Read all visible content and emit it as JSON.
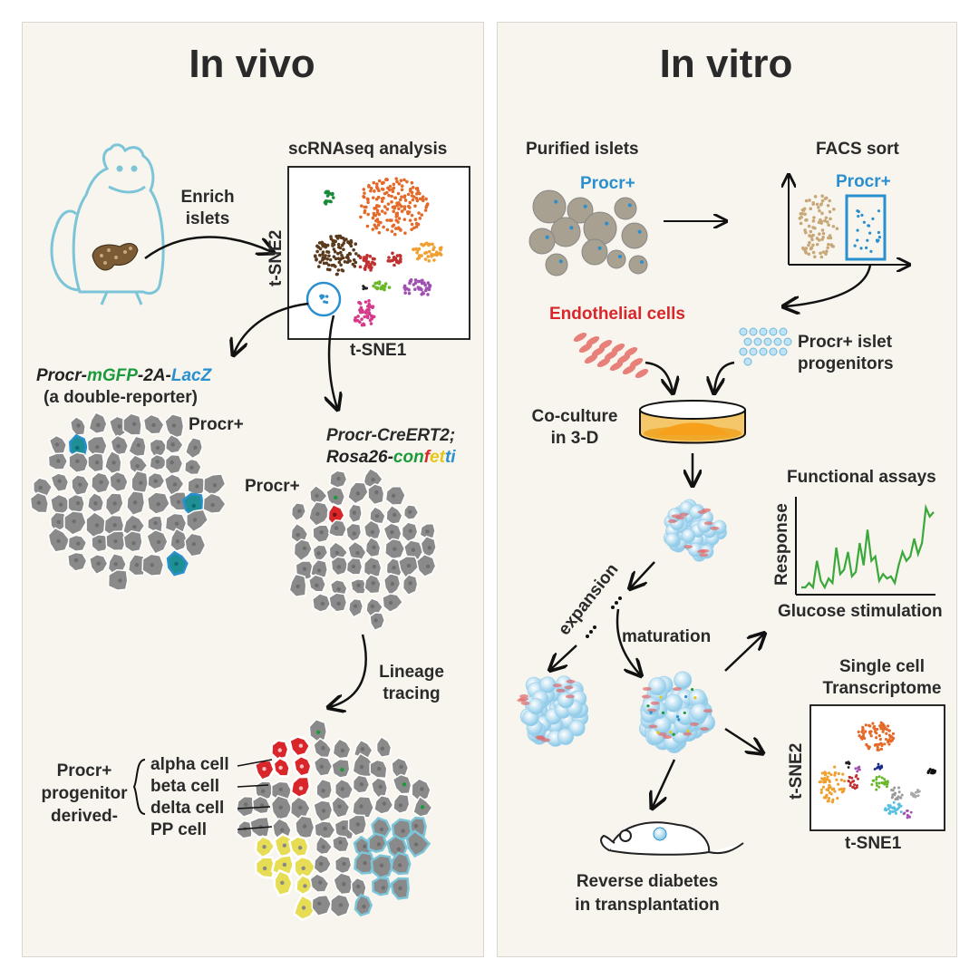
{
  "panels": {
    "left_title": "In vivo",
    "right_title": "In vitro"
  },
  "left": {
    "enrich_label": "Enrich\nislets",
    "scrna_title": "scRNAseq analysis",
    "tsne_x": "t-SNE1",
    "tsne_y": "t-SNE2",
    "reporter1": {
      "parts": [
        {
          "text": "Procr-",
          "color": "#222222"
        },
        {
          "text": "mGFP",
          "color": "#1a9a3a"
        },
        {
          "text": "-2A-",
          "color": "#222222"
        },
        {
          "text": "LacZ",
          "color": "#2a8fcf"
        }
      ],
      "subtitle": "(a double-reporter)"
    },
    "reporter2": {
      "line1": "Procr-CreERT2;",
      "line2_parts": [
        {
          "text": "Rosa26-",
          "color": "#222222"
        },
        {
          "text": "con",
          "color": "#1a9a3a"
        },
        {
          "text": "f",
          "color": "#d9262b"
        },
        {
          "text": "et",
          "color": "#e6c619"
        },
        {
          "text": "ti",
          "color": "#2a8fcf"
        }
      ]
    },
    "procr_label_1": "Procr+",
    "procr_label_2": "Procr+",
    "lineage": "Lineage\ntracing",
    "derived_label": "Procr+\nprogenitor\nderived-",
    "cell_types": [
      "alpha cell",
      "beta cell",
      "delta cell",
      "PP cell"
    ]
  },
  "right": {
    "purified": "Purified islets",
    "procr_islet": "Procr+",
    "facs": "FACS sort",
    "facs_procr": "Procr+",
    "endothelial": "Endothelial cells",
    "progenitors": "Procr+ islet\nprogenitors",
    "coculture": "Co-culture\nin 3-D",
    "functional": "Functional assays",
    "response": "Response",
    "glucose": "Glucose stimulation",
    "expansion": "expansion",
    "maturation": "maturation",
    "single_cell": "Single cell\nTranscriptome",
    "tsne_x": "t-SNE1",
    "tsne_y": "t-SNE2",
    "reverse": "Reverse diabetes\nin transplantation"
  },
  "colors": {
    "panel_bg": "#f7f5ee",
    "cell_gray": "#8a8a8a",
    "cell_stroke": "#ffffff",
    "procr_blue": "#2a8fcf",
    "gfp_teal": "#1f8f96",
    "red": "#d9262b",
    "green": "#1a9a3a",
    "yellow": "#e6dd55",
    "mouse_outline": "#7cc5d8",
    "response_line": "#3aa83a"
  },
  "chart_data": {
    "type": "line",
    "title": "Functional assays",
    "xlabel": "Glucose stimulation",
    "ylabel": "Response",
    "values": [
      1,
      1,
      1.2,
      1,
      2.2,
      1.3,
      1,
      1.4,
      1.2,
      2.8,
      1.6,
      1.8,
      2.6,
      1.5,
      1.7,
      3.0,
      2.0,
      3.6,
      2.2,
      2.4,
      1.3,
      1.6,
      1.4,
      1.5,
      1.2,
      2.0,
      2.6,
      2.2,
      2.4,
      3.2,
      2.5,
      3.0,
      4.6,
      4.2,
      4.4
    ]
  }
}
